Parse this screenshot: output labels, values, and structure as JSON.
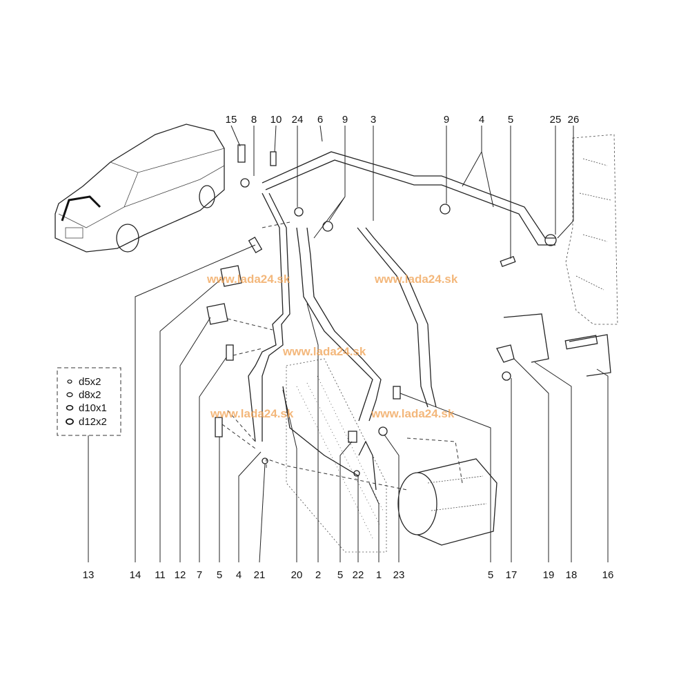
{
  "top_labels": [
    "15",
    "8",
    "10",
    "24",
    "6",
    "9",
    "3",
    "9",
    "4",
    "5",
    "25",
    "26"
  ],
  "bottom_labels": [
    "13",
    "14",
    "11",
    "12",
    "7",
    "5",
    "4",
    "21",
    "20",
    "2",
    "5",
    "22",
    "1",
    "23",
    "5",
    "17",
    "19",
    "18",
    "16"
  ],
  "legend": {
    "items": [
      "d5x2",
      "d8x2",
      "d10x1",
      "d12x2"
    ]
  },
  "watermark": "www.lada24.sk"
}
